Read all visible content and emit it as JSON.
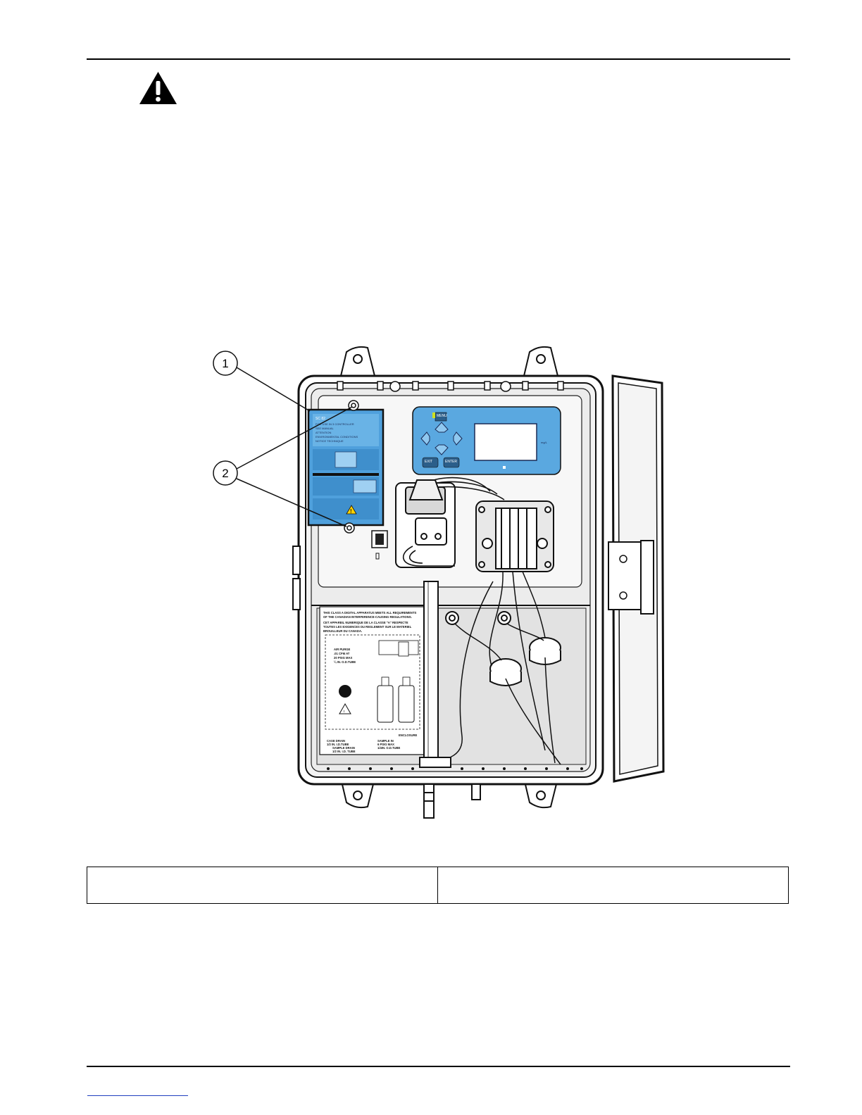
{
  "figure": {
    "callouts": [
      "1",
      "2"
    ],
    "panel_keys": {
      "menu": "MENU",
      "exit": "EXIT",
      "enter": "ENTER",
      "unit": "mg/L"
    }
  },
  "legend_rows": [
    {
      "left": "",
      "right": ""
    }
  ],
  "colors": {
    "panel_blue": "#5aa8e0",
    "label_blue": "#4fa0dc",
    "enclosure_gray": "#e6e6e6"
  },
  "icons": [
    "warning-icon"
  ]
}
